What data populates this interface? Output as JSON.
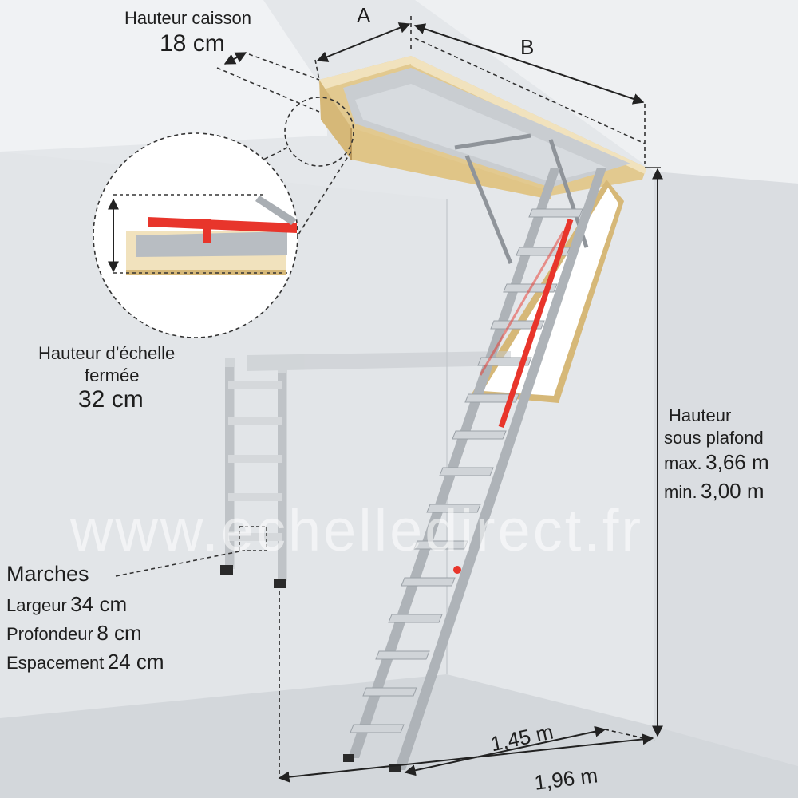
{
  "caisson": {
    "label": "Hauteur caisson",
    "value": "18 cm"
  },
  "dim_a": "A",
  "dim_b": "B",
  "closed_ladder": {
    "line1": "Hauteur d’échelle",
    "line2": "fermée",
    "value": "32 cm"
  },
  "ceiling_height": {
    "line1": "Hauteur",
    "line2": "sous plafond",
    "max_label": "max.",
    "max_value": "3,66 m",
    "min_label": "min.",
    "min_value": "3,00 m"
  },
  "steps": {
    "title": "Marches",
    "width_label": "Largeur",
    "width_value": "34 cm",
    "depth_label": "Profondeur",
    "depth_value": "8 cm",
    "spacing_label": "Espacement",
    "spacing_value": "24 cm"
  },
  "floor_short": "1,45 m",
  "floor_long": "1,96 m",
  "watermark": "www.echelledirect.fr",
  "colors": {
    "wall": "#e9ecef",
    "wood": "#eedcb6",
    "metal": "#c4c8cc",
    "accent_red": "#e8352b",
    "line": "#222222"
  }
}
